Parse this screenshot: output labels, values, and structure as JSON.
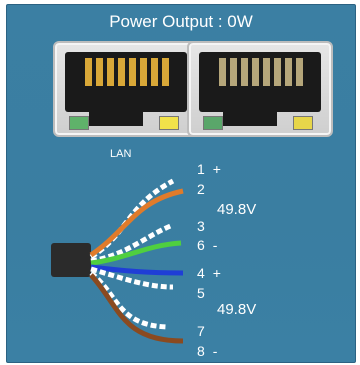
{
  "header": {
    "title": "Power Output : 0W"
  },
  "ports": [
    {
      "name": "lan-port",
      "label": "LAN",
      "led_left": "#5fb26a",
      "led_right": "#f1e24a",
      "pin_color": "#d9a838"
    },
    {
      "name": "second-port",
      "led_left": "#5aa66a",
      "led_right": "#e7d64a",
      "pin_color": "#b5a67a"
    }
  ],
  "pairs": [
    {
      "num_a": "1",
      "sign_a": "+",
      "num_b": "2",
      "voltage": "49.8V",
      "sign_b": ""
    },
    {
      "num_a": "3",
      "sign_a": "",
      "num_b": "6",
      "sign_b": "-"
    },
    {
      "num_a": "4",
      "sign_a": "+",
      "num_b": "5",
      "voltage": "49.8V",
      "sign_b": ""
    },
    {
      "num_a": "7",
      "sign_a": "",
      "num_b": "8",
      "sign_b": "-"
    }
  ],
  "colors": {
    "panel": "#3b7fa3",
    "orange": "#e07b2a",
    "green": "#4fcf3f",
    "blue": "#1f3ed6",
    "brown": "#8a4a20"
  }
}
